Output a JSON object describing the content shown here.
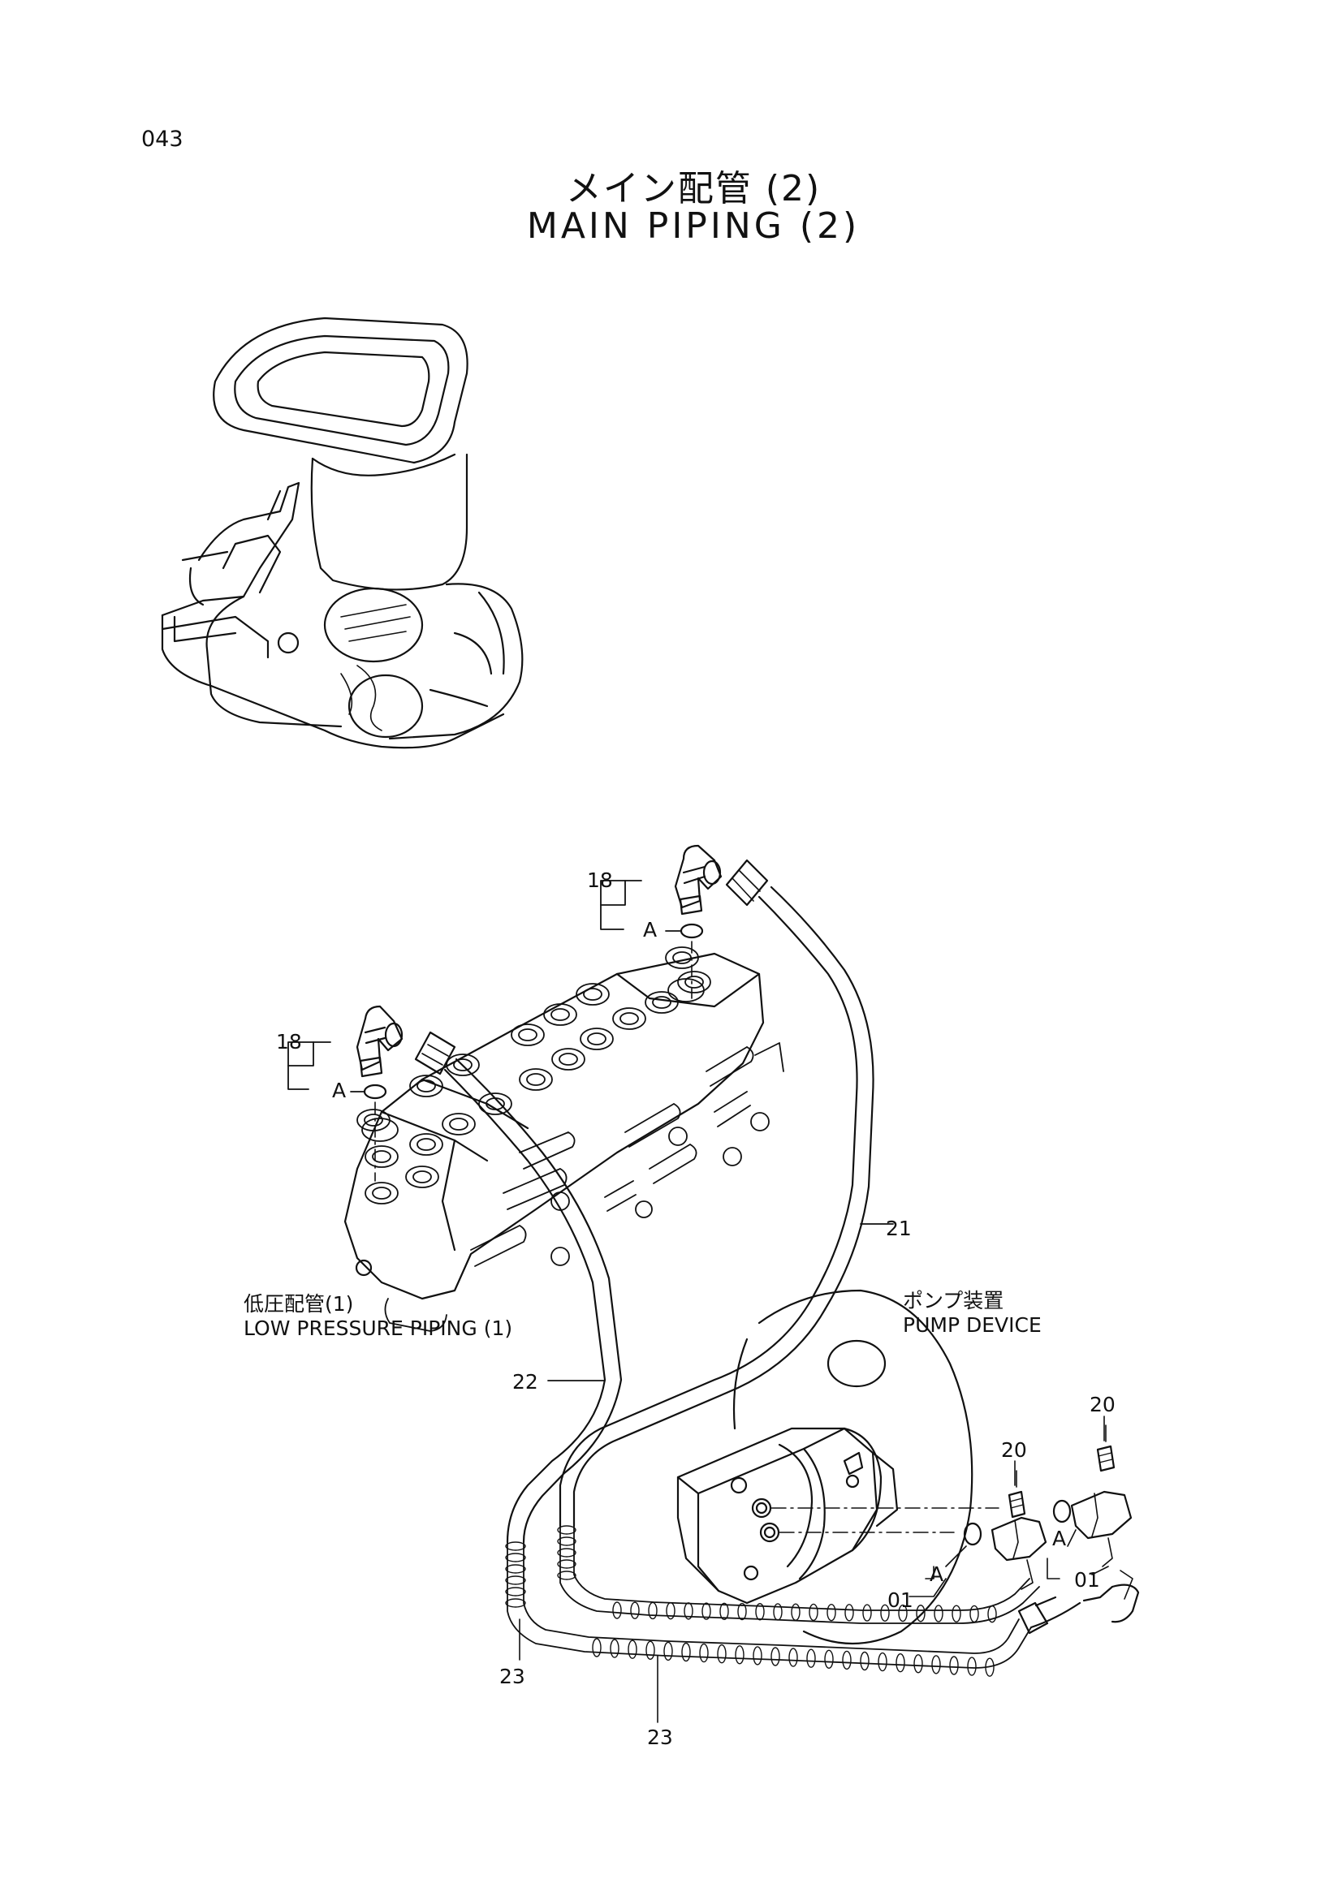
{
  "page_number": "043",
  "title": {
    "japanese": "メイン配管 (2)",
    "english": "MAIN PIPING (2)"
  },
  "labels": {
    "low_pressure_jp": "低圧配管(1)",
    "low_pressure_en": "LOW PRESSURE PIPING (1)",
    "pump_device_jp": "ポンプ装置",
    "pump_device_en": "PUMP DEVICE"
  },
  "callouts": {
    "c18_top": "18",
    "a_top": "A",
    "c18_left": "18",
    "a_left": "A",
    "c21": "21",
    "c22": "22",
    "c20_left": "20",
    "c20_right": "20",
    "a_pump_left": "A",
    "a_pump_right": "A",
    "c01_left": "01",
    "c01_right": "01",
    "c23_left": "23",
    "c23_bottom": "23"
  }
}
